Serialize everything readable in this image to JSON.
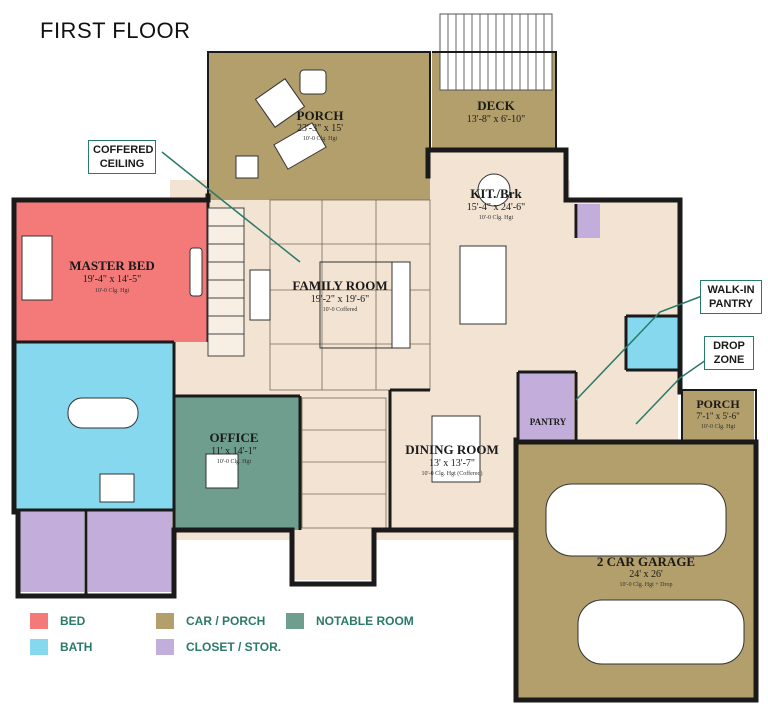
{
  "title": "FIRST FLOOR",
  "colors": {
    "bed": "#f47a7a",
    "bath": "#86d8ef",
    "car_porch": "#b39f6b",
    "closet": "#c3aedb",
    "notable": "#6f9e8e",
    "living": "#f2e3d2",
    "wall": "#1a1a1a",
    "accent": "#2a7a6a"
  },
  "rooms": {
    "master": {
      "name": "MASTER BED",
      "dims": "19'-4\" x 14'-5\"",
      "note": "10'-0 Clg. Hgt"
    },
    "porch_top": {
      "name": "PORCH",
      "dims": "23'-3\" x 15'",
      "note": "10'-0 Clg. Hgt"
    },
    "deck": {
      "name": "DECK",
      "dims": "13'-8\" x 6'-10\""
    },
    "kitchen": {
      "name": "KIT./Brk",
      "dims": "15'-4\" x 24'-6\"",
      "note": "10'-0 Clg. Hgt"
    },
    "family": {
      "name": "FAMILY ROOM",
      "dims": "19'-2\" x 19'-6\"",
      "note": "10'-0 Coffered"
    },
    "office": {
      "name": "OFFICE",
      "dims": "11' x 14'-1\"",
      "note": "10'-0 Clg. Hgt"
    },
    "dining": {
      "name": "DINING ROOM",
      "dims": "13' x 13'-7\"",
      "note": "10'-0 Clg. Hgt (Coffered)"
    },
    "pantry": {
      "name": "PANTRY"
    },
    "porch_side": {
      "name": "PORCH",
      "dims": "7'-1\" x 5'-6\"",
      "note": "10'-0 Clg. Hgt"
    },
    "garage": {
      "name": "2 CAR GARAGE",
      "dims": "24' x 26'",
      "note": "10'-0 Clg. Hgt + Drop"
    }
  },
  "callouts": {
    "coffered": "COFFERED CEILING",
    "walkin": "WALK-IN PANTRY",
    "drop": "DROP ZONE"
  },
  "legend": [
    {
      "label": "BED",
      "color": "#f47a7a"
    },
    {
      "label": "BATH",
      "color": "#86d8ef"
    },
    {
      "label": "CAR / PORCH",
      "color": "#b39f6b"
    },
    {
      "label": "CLOSET / STOR.",
      "color": "#c3aedb"
    },
    {
      "label": "NOTABLE ROOM",
      "color": "#6f9e8e"
    }
  ]
}
